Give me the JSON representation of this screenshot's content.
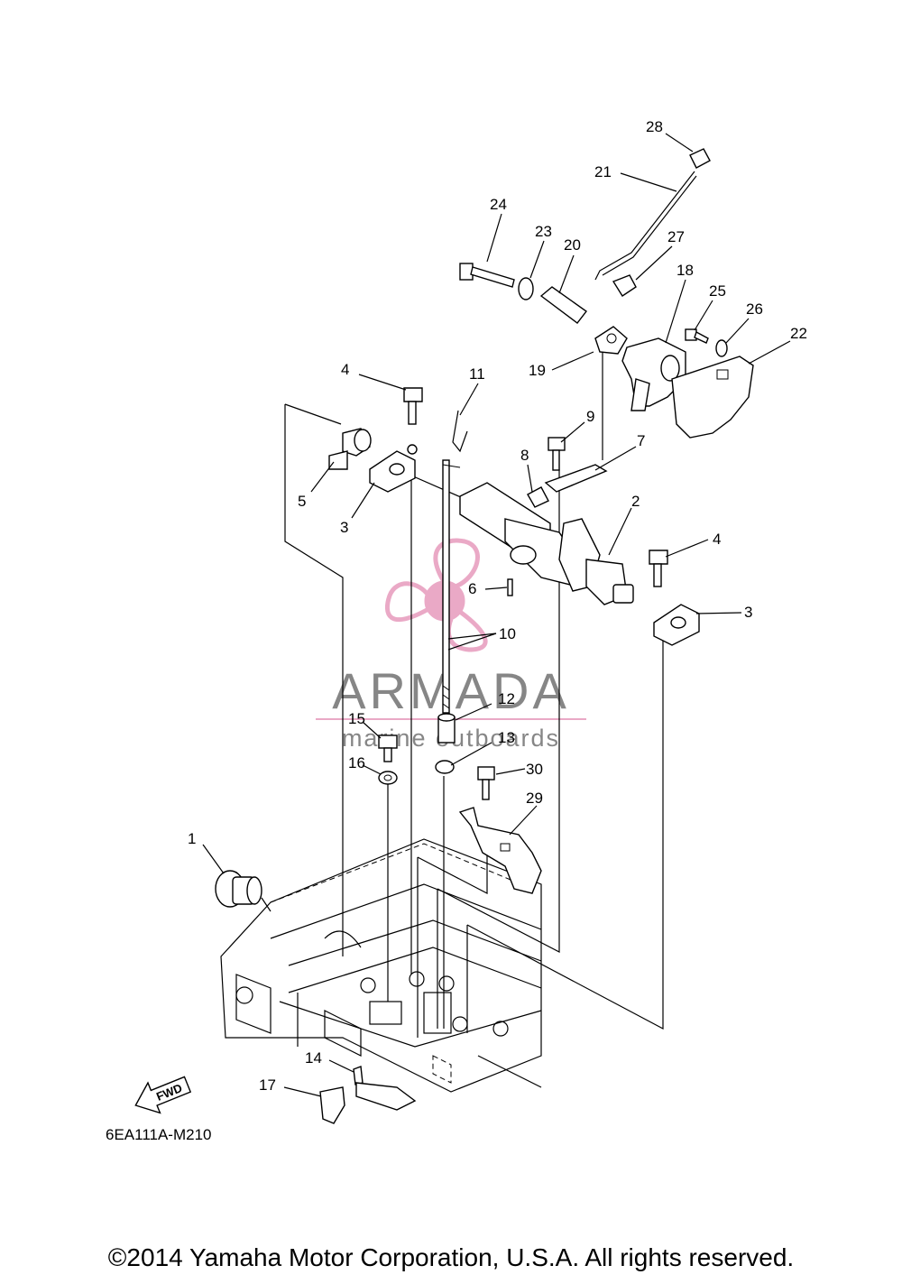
{
  "drawing_code": "6EA111A-M210",
  "fwd_label": "FWD",
  "copyright": "©2014 Yamaha Motor Corporation, U.S.A. All rights reserved.",
  "watermark": {
    "brand": "ARMADA",
    "tagline": "marine outboards",
    "logo_color": "#e8a0c0"
  },
  "callouts": [
    "1",
    "2",
    "3",
    "3",
    "4",
    "4",
    "5",
    "6",
    "7",
    "8",
    "9",
    "10",
    "11",
    "12",
    "13",
    "14",
    "15",
    "16",
    "17",
    "18",
    "19",
    "20",
    "21",
    "22",
    "23",
    "24",
    "25",
    "26",
    "27",
    "28",
    "29",
    "30"
  ]
}
